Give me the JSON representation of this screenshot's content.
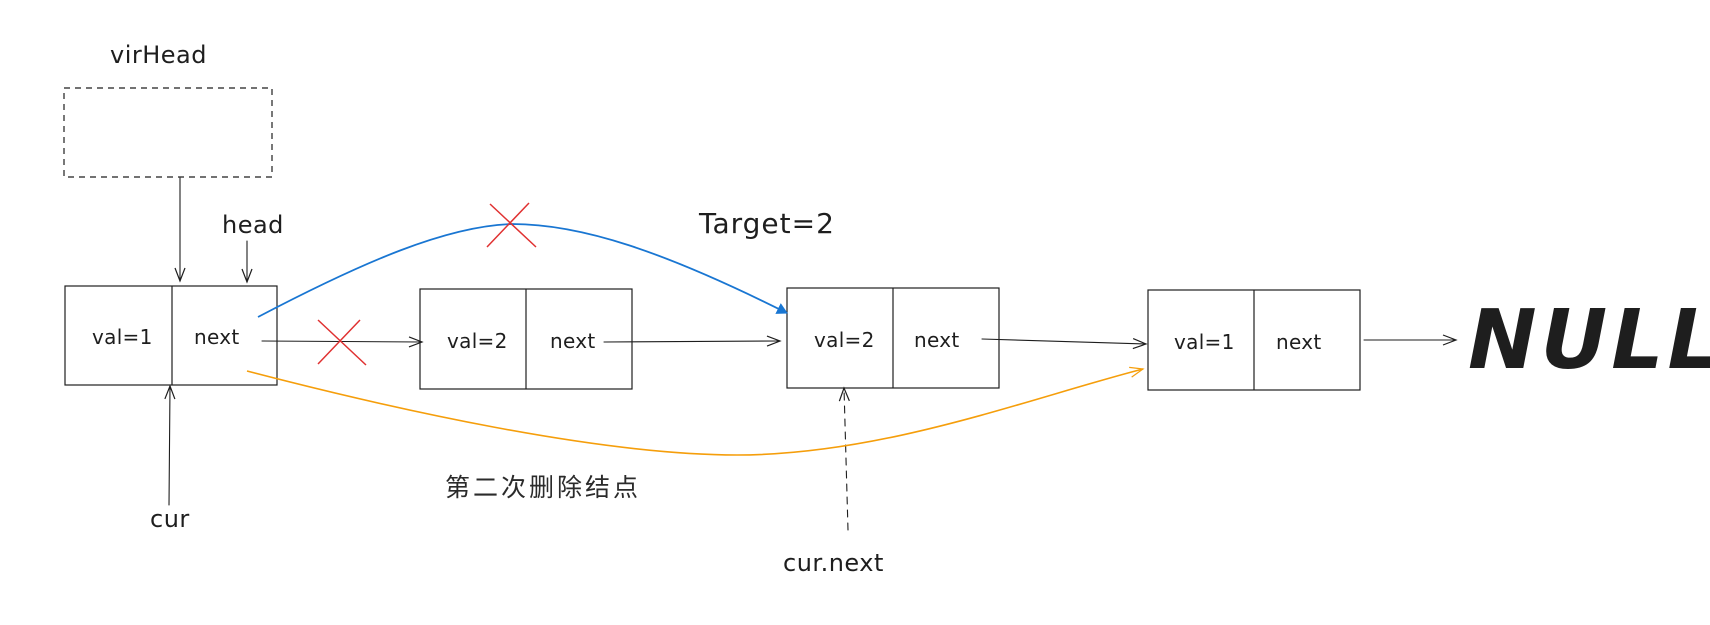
{
  "labels": {
    "virhead": "virHead",
    "head": "head",
    "target": "Target=2",
    "cur": "cur",
    "cur_next": "cur.next",
    "null": "NULL",
    "second_delete": "第二次删除结点"
  },
  "nodes": [
    {
      "val": "val=1",
      "next": "next"
    },
    {
      "val": "val=2",
      "next": "next"
    },
    {
      "val": "val=2",
      "next": "next"
    },
    {
      "val": "val=1",
      "next": "next"
    }
  ],
  "colors": {
    "ink": "#1e1e1e",
    "blue_arrow": "#1976d2",
    "orange_arrow": "#f59e0b",
    "cross": "#e03131"
  }
}
